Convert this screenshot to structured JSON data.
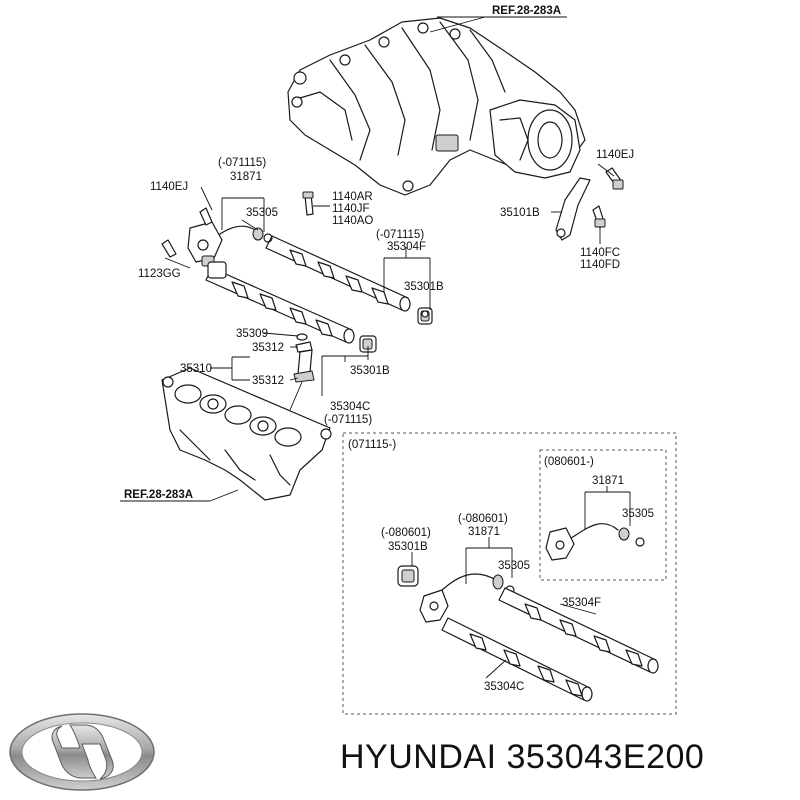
{
  "labels": {
    "ref_top": "REF.28-283A",
    "ref_bottom": "REF.28-283A",
    "c1140ej_left": "1140EJ",
    "c071115_a": "(-071115)",
    "c31871_a": "31871",
    "c35305_a": "35305",
    "c1140ar": "1140AR",
    "c1140jf": "1140JF",
    "c1140ao": "1140AO",
    "c1140ej_right": "1140EJ",
    "c35101b": "35101B",
    "c1140fc": "1140FC",
    "c1140fd": "1140FD",
    "c1123gg": "1123GG",
    "c071115_b": "(-071115)",
    "c35304f_a": "35304F",
    "c35301b_a": "35301B",
    "c35309": "35309",
    "c35312_a": "35312",
    "c35310": "35310",
    "c35312_b": "35312",
    "c35301b_b": "35301B",
    "c35304c_a": "35304C",
    "c071115_c": "(-071115)",
    "c071115_box": "(071115-)",
    "c080601_box": "(080601-)",
    "c31871_box": "31871",
    "c35305_box": "35305",
    "c080601_a": "(-080601)",
    "c35301b_c": "35301B",
    "c080601_b": "(-080601)",
    "c31871_b": "31871",
    "c35305_b": "35305",
    "c35304f_b": "35304F",
    "c35304c_b": "35304C"
  },
  "brand": {
    "logo_name": "hyundai-logo",
    "caption": "HYUNDAI 353043E200"
  }
}
